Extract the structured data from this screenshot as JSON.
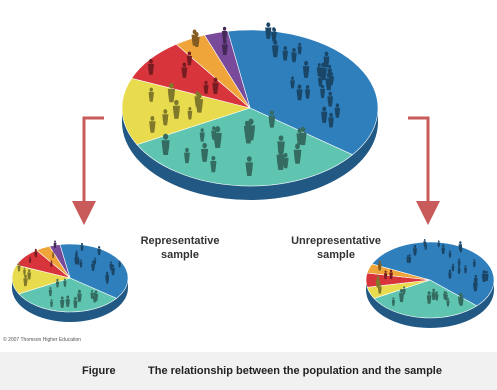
{
  "labels": {
    "representative": "Representative\nsample",
    "unrepresentative": "Unrepresentative\nsample"
  },
  "copyright": "© 2007 Thomson Higher Education",
  "caption": {
    "figure_label": "Figure",
    "text": "The relationship between the population and the sample"
  },
  "colors": {
    "blue": "#2f7fbd",
    "teal": "#5fc4b0",
    "yellow": "#e8dc4e",
    "red": "#d8343c",
    "orange": "#f0a53a",
    "purple": "#7a4a9a",
    "arrow": "#c85a5a"
  },
  "population": {
    "slices": [
      {
        "group": "blue",
        "share": 0.38
      },
      {
        "group": "teal",
        "share": 0.32
      },
      {
        "group": "yellow",
        "share": 0.14
      },
      {
        "group": "red",
        "share": 0.09
      },
      {
        "group": "orange",
        "share": 0.04
      },
      {
        "group": "purple",
        "share": 0.03
      }
    ]
  },
  "representative_sample": {
    "slices": [
      {
        "group": "blue",
        "share": 0.38
      },
      {
        "group": "teal",
        "share": 0.32
      },
      {
        "group": "yellow",
        "share": 0.14
      },
      {
        "group": "red",
        "share": 0.09
      },
      {
        "group": "orange",
        "share": 0.04
      },
      {
        "group": "purple",
        "share": 0.03
      }
    ]
  },
  "unrepresentative_sample": {
    "slices": [
      {
        "group": "blue",
        "share": 0.55
      },
      {
        "group": "teal",
        "share": 0.3
      },
      {
        "group": "yellow",
        "share": 0.05
      },
      {
        "group": "red",
        "share": 0.06
      },
      {
        "group": "orange",
        "share": 0.04
      }
    ]
  }
}
